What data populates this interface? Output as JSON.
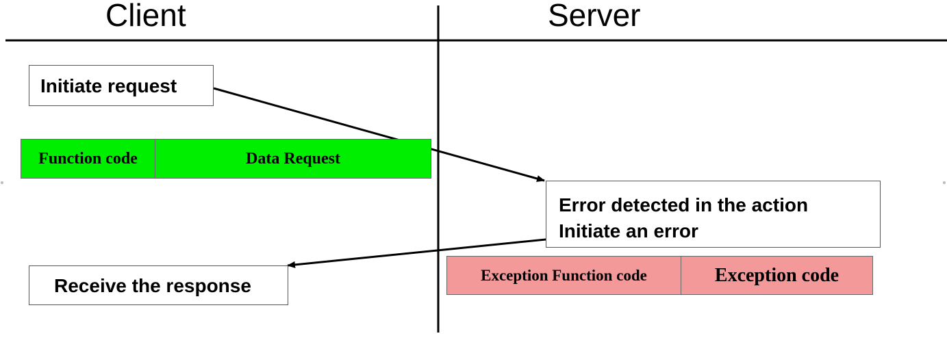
{
  "columns": {
    "client": "Client",
    "server": "Server"
  },
  "steps": {
    "initiate_request": "Initiate request",
    "error_detected_line1": "Error detected in the action",
    "error_detected_line2": "Initiate an error",
    "receive_response": "Receive the response"
  },
  "request_frame": {
    "function_code": "Function code",
    "data_request": "Data Request",
    "color": "#00ee00"
  },
  "exception_frame": {
    "exception_function_code": "Exception Function code",
    "exception_code": "Exception code",
    "color": "#f4999a"
  },
  "colors": {
    "line": "#000000",
    "box_border": "#555555"
  }
}
